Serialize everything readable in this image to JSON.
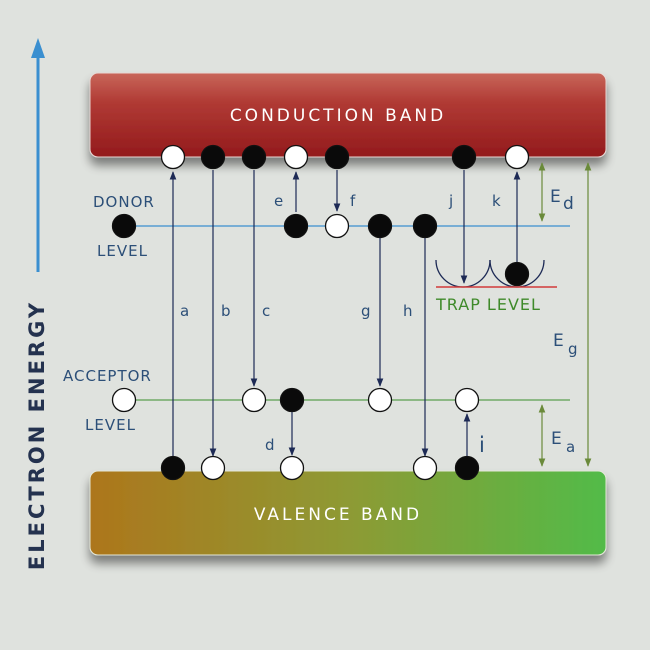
{
  "axis": {
    "label": "ELECTRON ENERGY"
  },
  "bands": {
    "conduction": "CONDUCTION BAND",
    "valence": "VALENCE BAND"
  },
  "levels": {
    "donor_line1": "DONOR",
    "donor_line2": "LEVEL",
    "acceptor_line1": "ACCEPTOR",
    "acceptor_line2": "LEVEL",
    "trap": "TRAP LEVEL"
  },
  "transitions": {
    "a": "a",
    "b": "b",
    "c": "c",
    "d": "d",
    "e": "e",
    "f": "f",
    "g": "g",
    "h": "h",
    "i": "i",
    "j": "j",
    "k": "k"
  },
  "energies": {
    "ed_main": "E",
    "ed_sub": "d",
    "eg_main": "E",
    "eg_sub": "g",
    "ea_main": "E",
    "ea_sub": "a"
  },
  "colors": {
    "conduction_top": "#c0544a",
    "conduction_bottom": "#9a1c1e",
    "valence_left": "#b07a1e",
    "valence_right": "#58b845",
    "label_blue": "#2c4f78",
    "trap_green": "#3f8a2a",
    "arrow_navy": "#1d2a55",
    "axis_blue": "#3a8fd0",
    "dimension_green": "#6a8a3a"
  }
}
